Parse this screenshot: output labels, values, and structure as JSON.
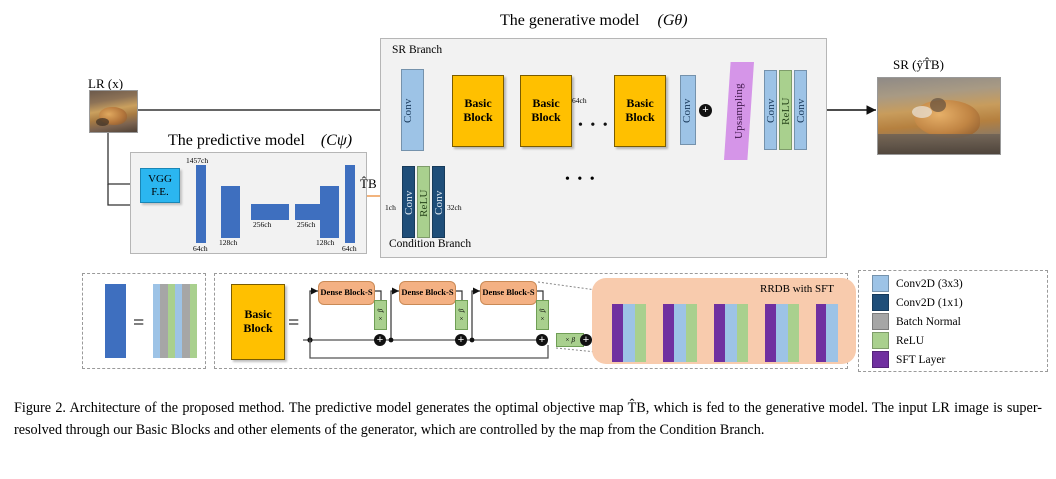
{
  "figure": {
    "caption": "Figure 2.  Architecture of the proposed method.  The predictive model generates the optimal objective map T̂B, which is fed to the generative model. The input LR image is super-resolved through our Basic Blocks and other elements of the generator, which are controlled by the map from the Condition Branch."
  },
  "inputs": {
    "lr_label": "LR (x)",
    "sr_label": "SR (ŷT̂B)"
  },
  "generative": {
    "title": "The generative model",
    "symbol": "(Gθ)",
    "sr_branch_label": "SR Branch",
    "condition_branch_label": "Condition Branch",
    "sr_conv_in": "Conv",
    "sr_conv_out": "Conv",
    "basic_blocks": [
      "Basic Block",
      "Basic Block",
      "Basic Block"
    ],
    "skip_channels": "64ch",
    "ellipsis": "• • •",
    "upsampling": "Upsampling",
    "tail": [
      "Conv",
      "ReLU",
      "Conv"
    ],
    "condition": [
      "Conv",
      "ReLU",
      "Conv"
    ],
    "cond_in_ch": "1ch",
    "cond_out_ch": "32ch",
    "sum_symbol": "+"
  },
  "predictive": {
    "title": "The predictive model",
    "symbol": "(Cψ)",
    "vgg_label": "VGG F.E.",
    "vgg_line1": "VGG",
    "vgg_line2": "F.E.",
    "channels": {
      "top": "1457ch",
      "enc1": "64ch",
      "enc2": "128ch",
      "bottleneck_left": "256ch",
      "bottleneck_right": "256ch",
      "dec2": "128ch",
      "dec1": "64ch"
    },
    "output_map": "T̂B"
  },
  "block_legend": {
    "equals": "=",
    "basic_block_label": "Basic Block",
    "dense_blocks": [
      "Dense Block-S",
      "Dense Block-S",
      "Dense Block-S"
    ],
    "beta_label": "× β",
    "rrdb_title": "RRDB with SFT"
  },
  "layer_legend": {
    "items": [
      {
        "label": "Conv2D (3x3)",
        "color": "#9DC3E6"
      },
      {
        "label": "Conv2D (1x1)",
        "color": "#1F4E79"
      },
      {
        "label": "Batch Normal",
        "color": "#A6A6A6"
      },
      {
        "label": "ReLU",
        "color": "#A9D08E"
      },
      {
        "label": "SFT Layer",
        "color": "#7030A0"
      }
    ]
  },
  "colors": {
    "basic_block": "#FFC000",
    "conv3x3": "#9DC3E6",
    "conv1x1": "#1F4E79",
    "batch_norm": "#A6A6A6",
    "relu": "#A9D08E",
    "sft": "#7030A0",
    "unet_blue": "#3E6FBF",
    "vgg_cyan": "#2BB6F0",
    "upsampling": "#D595E8",
    "dense_block": "#F4B183",
    "rrdb_bg": "#F8CBAD",
    "condition_arrow": "#ED9B54",
    "panel_bg": "#F2F2F2"
  }
}
